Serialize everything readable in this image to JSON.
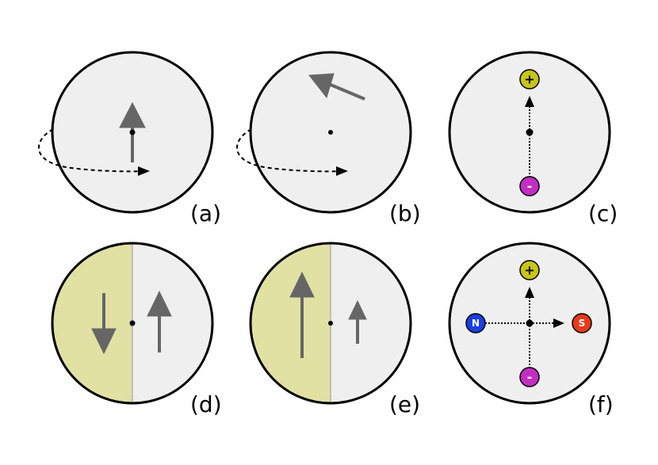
{
  "panels": {
    "a": {
      "label": "(a)"
    },
    "b": {
      "label": "(b)"
    },
    "c": {
      "label": "(c)",
      "top_pole": "+",
      "bottom_pole": "-"
    },
    "d": {
      "label": "(d)"
    },
    "e": {
      "label": "(e)"
    },
    "f": {
      "label": "(f)",
      "top_pole": "+",
      "bottom_pole": "-",
      "left_pole": "N",
      "right_pole": "S"
    }
  },
  "colors": {
    "circle_fill": "#efefef",
    "half_fill": "#e1e1a4",
    "arrow": "#666666",
    "plus_pole": "#c9c31a",
    "minus_pole": "#c32dc3",
    "north_pole": "#1a3fe0",
    "south_pole": "#e63a1a"
  }
}
